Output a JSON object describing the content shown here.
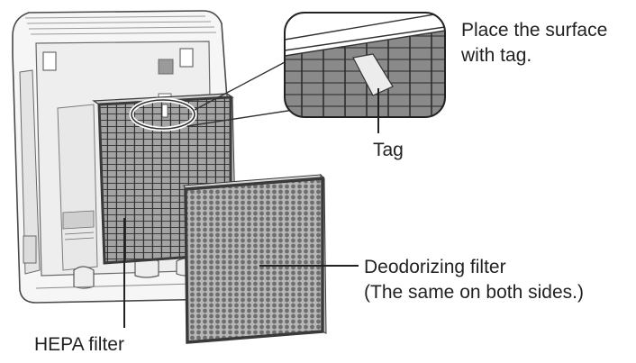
{
  "labels": {
    "place_line1": "Place the surface",
    "place_line2": "with tag.",
    "tag": "Tag",
    "deodorizing_line1": "Deodorizing filter",
    "deodorizing_line2": "(The same on both sides.)",
    "hepa": "HEPA filter"
  },
  "colors": {
    "outline": "#3a3a3a",
    "body": "#f6f6f6",
    "body_shade": "#dcdcdc",
    "hepa_fill": "#8e8e8e",
    "deodorizing_fill": "#9a9a9a",
    "text": "#222222"
  }
}
